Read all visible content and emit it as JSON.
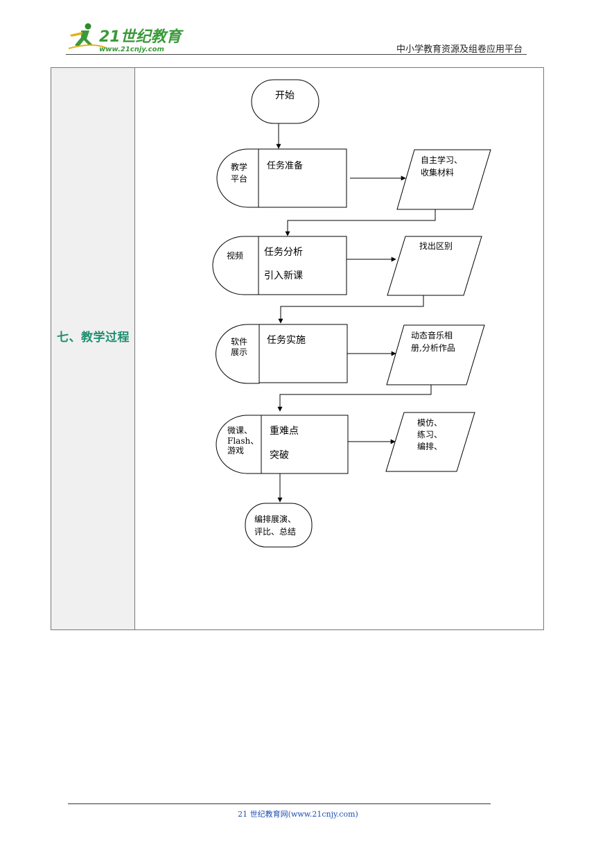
{
  "header": {
    "logo_text": "21世纪教育",
    "logo_url": "www.21cnjy.com",
    "platform": "中小学教育资源及组卷应用平台"
  },
  "section": {
    "title": "七、教学过程"
  },
  "flow": {
    "start": "开始",
    "steps": [
      {
        "tool": [
          "教学",
          "平台"
        ],
        "task": [
          "任务准备"
        ],
        "output": [
          "自主学习、",
          "收集材料"
        ]
      },
      {
        "tool": [
          "视频"
        ],
        "task": [
          "任务分析",
          "引入新课"
        ],
        "output": [
          "找出区别"
        ]
      },
      {
        "tool": [
          "软件",
          "展示"
        ],
        "task": [
          "任务实施"
        ],
        "output": [
          "动态音乐相",
          "册,分析作品"
        ]
      },
      {
        "tool": [
          "微课、",
          "Flash、",
          "游戏"
        ],
        "task": [
          "重难点",
          "突破"
        ],
        "output": [
          "模仿、",
          "练习、",
          "编排、"
        ]
      }
    ],
    "end": [
      "编排展演、",
      "评比、总结"
    ]
  },
  "footer": {
    "text": "21 世纪教育网(www.21cnjy.com)"
  },
  "colors": {
    "title_green": "#1f8f6f",
    "footer_blue": "#1d4fb5",
    "logo_green": "#3a9a3a"
  }
}
